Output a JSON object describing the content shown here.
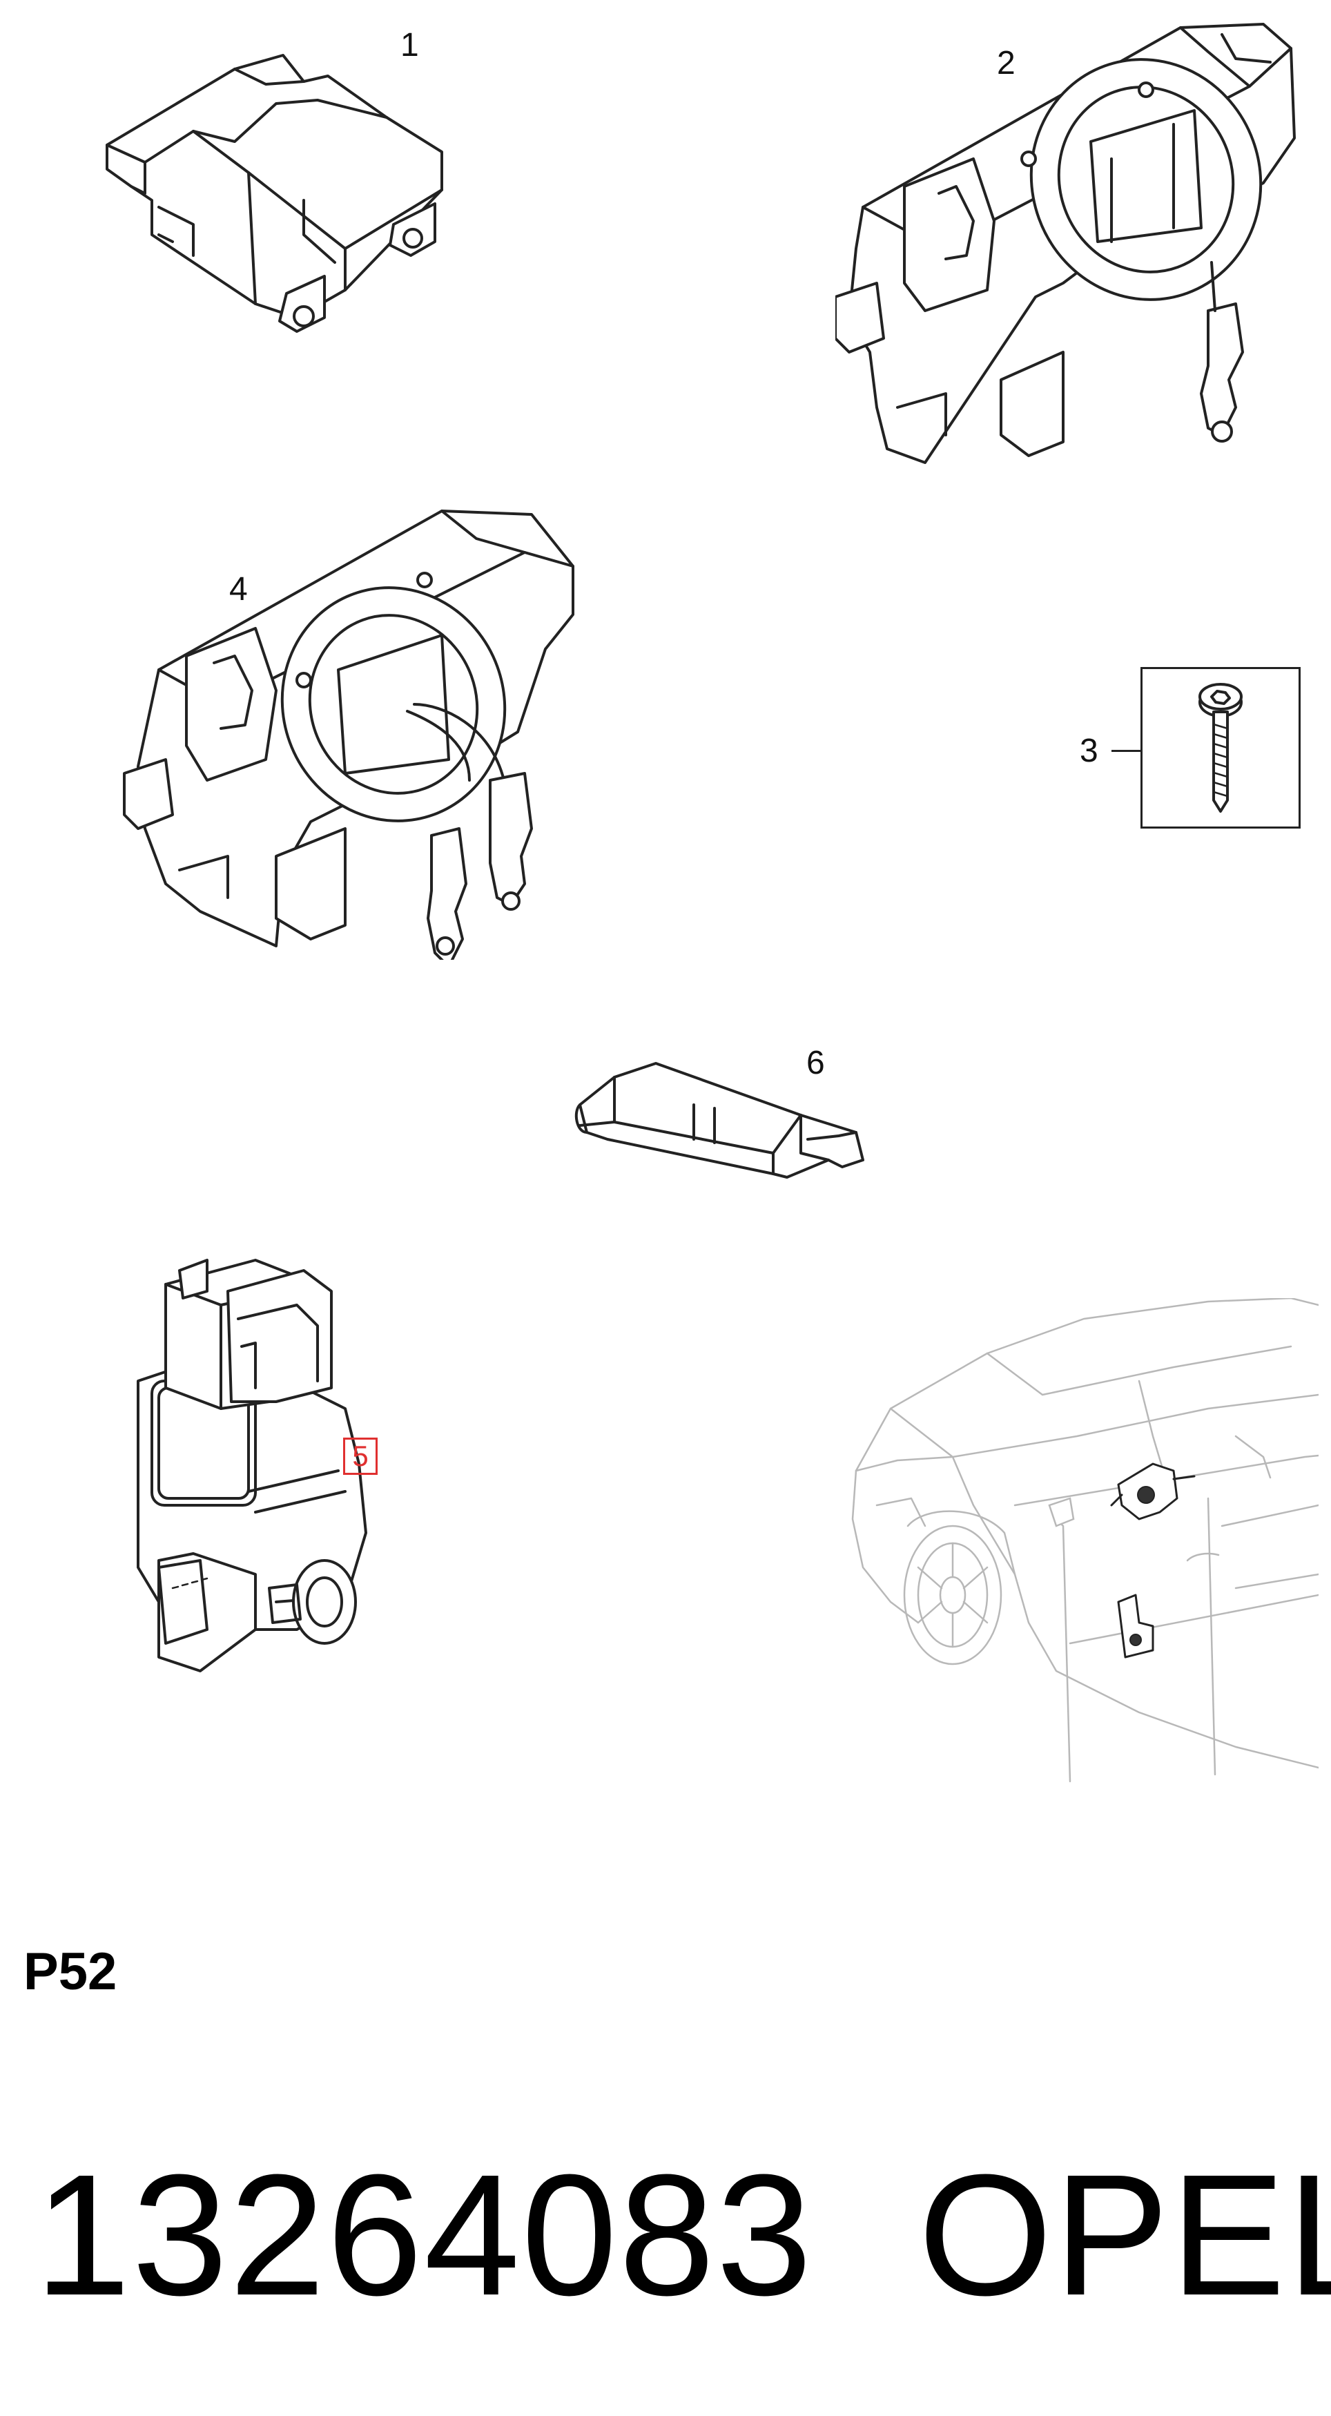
{
  "callouts": {
    "part1": "1",
    "part2": "2",
    "part3": "3",
    "part4": "4",
    "part5": "5",
    "part6": "6"
  },
  "page_code": "P52",
  "part_number": "13264083",
  "brand": "OPEL"
}
